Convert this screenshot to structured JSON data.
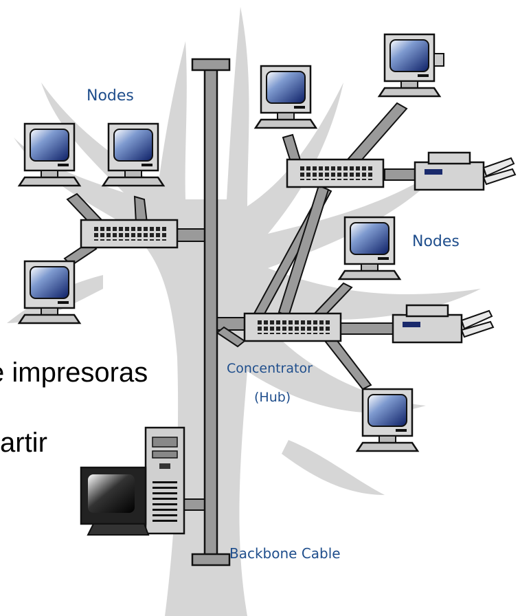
{
  "slide_text": {
    "line1": "e impresoras",
    "line2": "artir"
  },
  "labels": {
    "nodes_left": "Nodes",
    "nodes_right": "Nodes",
    "concentrator": "Concentrator",
    "hub": "(Hub)",
    "backbone": "Backbone Cable"
  },
  "colors": {
    "tree": "#c9c9c9",
    "cable": "#8a8a8a",
    "label": "#1f4e8c",
    "device": "#d0d0d0"
  }
}
